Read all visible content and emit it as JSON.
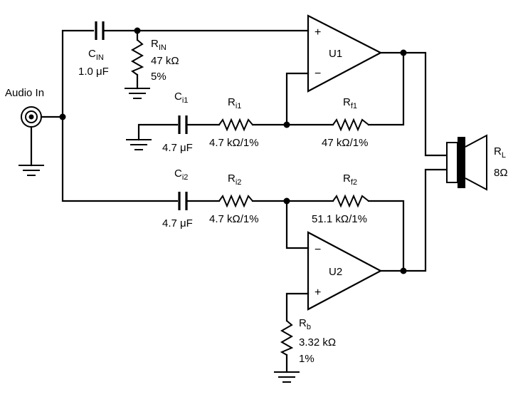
{
  "input": {
    "label": "Audio In"
  },
  "cin": {
    "name": "C",
    "sub": "IN",
    "value": "1.0 μF"
  },
  "rin": {
    "name": "R",
    "sub": "IN",
    "value": "47 kΩ",
    "tolerance": "5%"
  },
  "ci1": {
    "name": "C",
    "sub": "i1",
    "value": "4.7 μF"
  },
  "ri1": {
    "name": "R",
    "sub": "i1",
    "value": "4.7 kΩ/1%"
  },
  "rf1": {
    "name": "R",
    "sub": "f1",
    "value": "47 kΩ/1%"
  },
  "ci2": {
    "name": "C",
    "sub": "i2",
    "value": "4.7 μF"
  },
  "ri2": {
    "name": "R",
    "sub": "i2",
    "value": "4.7 kΩ/1%"
  },
  "rf2": {
    "name": "R",
    "sub": "f2",
    "value": "51.1 kΩ/1%"
  },
  "rb": {
    "name": "R",
    "sub": "b",
    "value": "3.32 kΩ",
    "tolerance": "1%"
  },
  "u1": {
    "label": "U1",
    "plus": "+",
    "minus": "−"
  },
  "u2": {
    "label": "U2",
    "plus": "+",
    "minus": "−"
  },
  "rl": {
    "name": "R",
    "sub": "L",
    "value": "8Ω"
  }
}
